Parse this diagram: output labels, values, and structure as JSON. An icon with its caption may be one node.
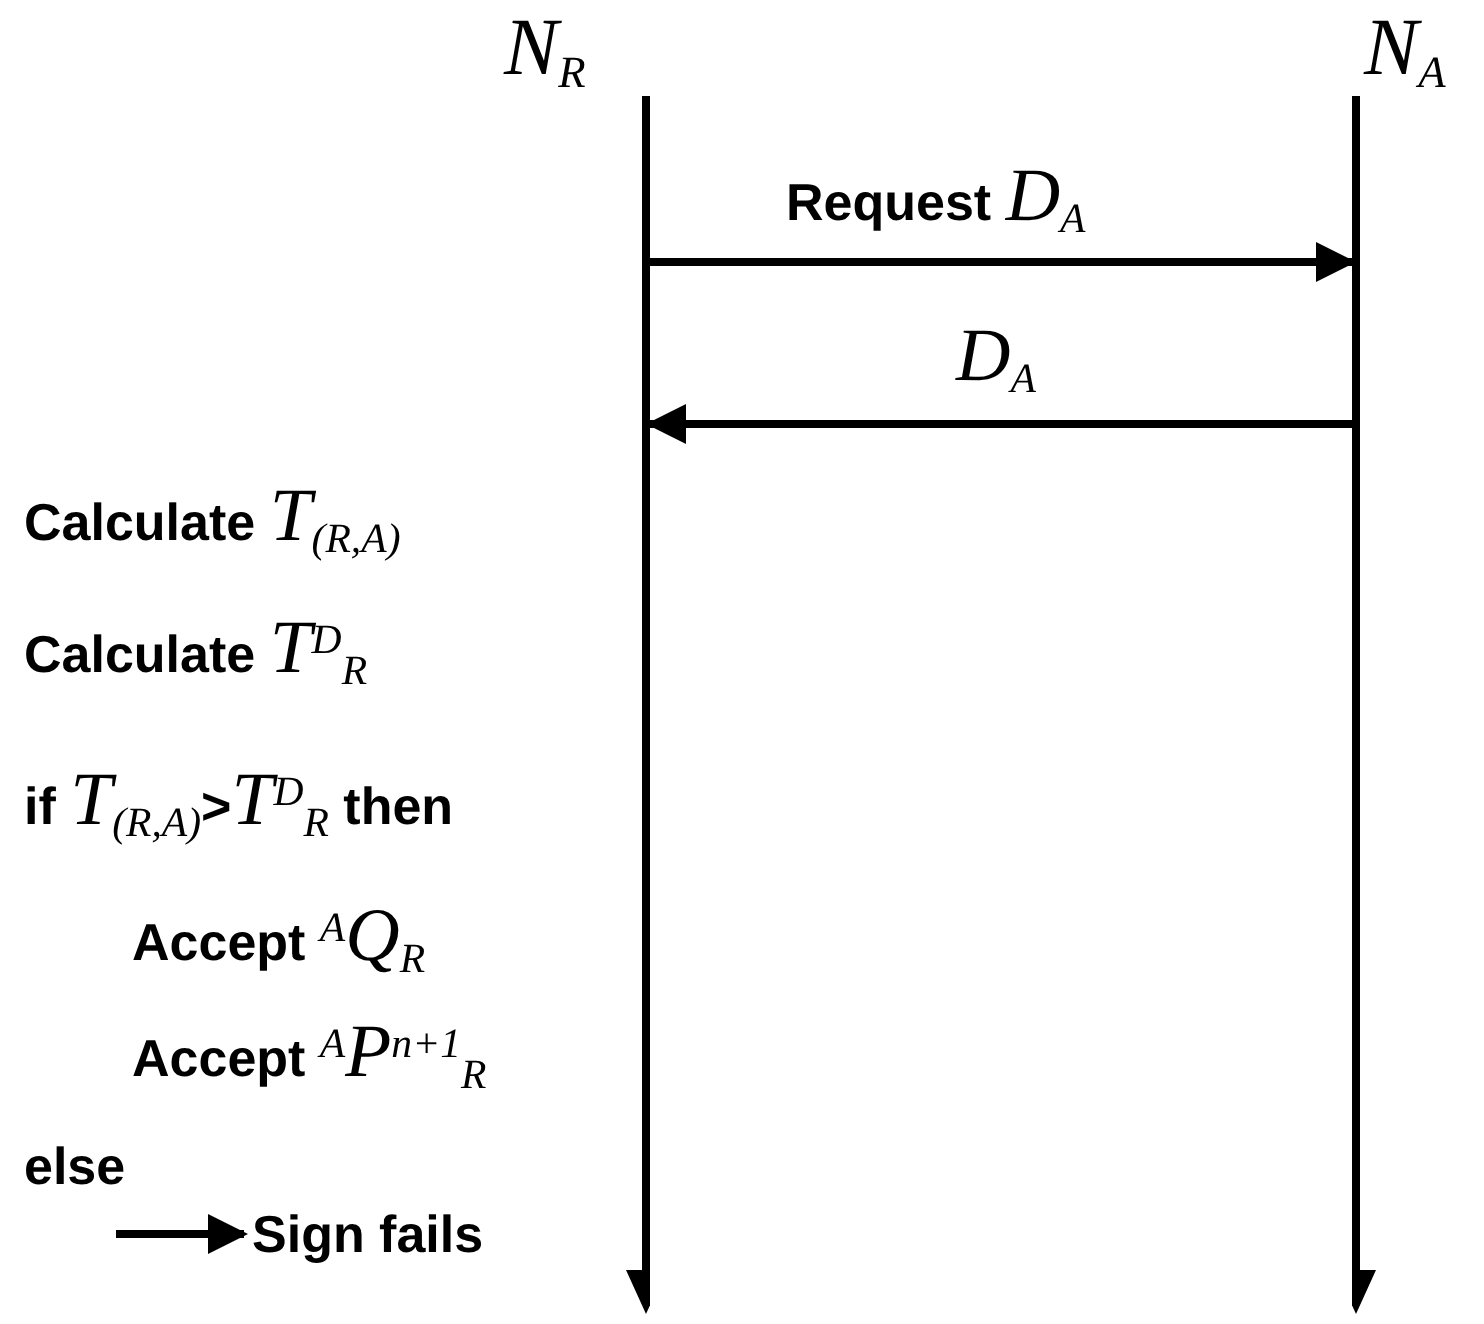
{
  "diagram": {
    "nodes": [
      {
        "text": [
          "*N*$_{R}$"
        ]
      },
      {
        "text": [
          "*N*$_{A}$"
        ]
      },
      {
        "text": [
          "Sign fails"
        ]
      }
    ],
    "edges": [
      {
        "from": 0,
        "to": 1,
        "arrow": "to",
        "label": "Request *D*$_{A}$"
      },
      {
        "from": 1,
        "to": 0,
        "arrow": "to",
        "label": "*D*$_{A}$"
      },
      {
        "from": null,
        "to": 2,
        "arrow": "to"
      }
    ],
    "labels": [
      "Calculate *T*$_{(R,A)}$",
      "Calculate *T*$^{D}$$_{R}$",
      "if *T*$_{(R,A)}$>*T*$^{D}$$_{R}$ then",
      "Accept $^{A}$*Q*$_{R}$",
      "Accept $^{A}$*P*$^{n+1}$$_{R}$",
      "else"
    ]
  }
}
